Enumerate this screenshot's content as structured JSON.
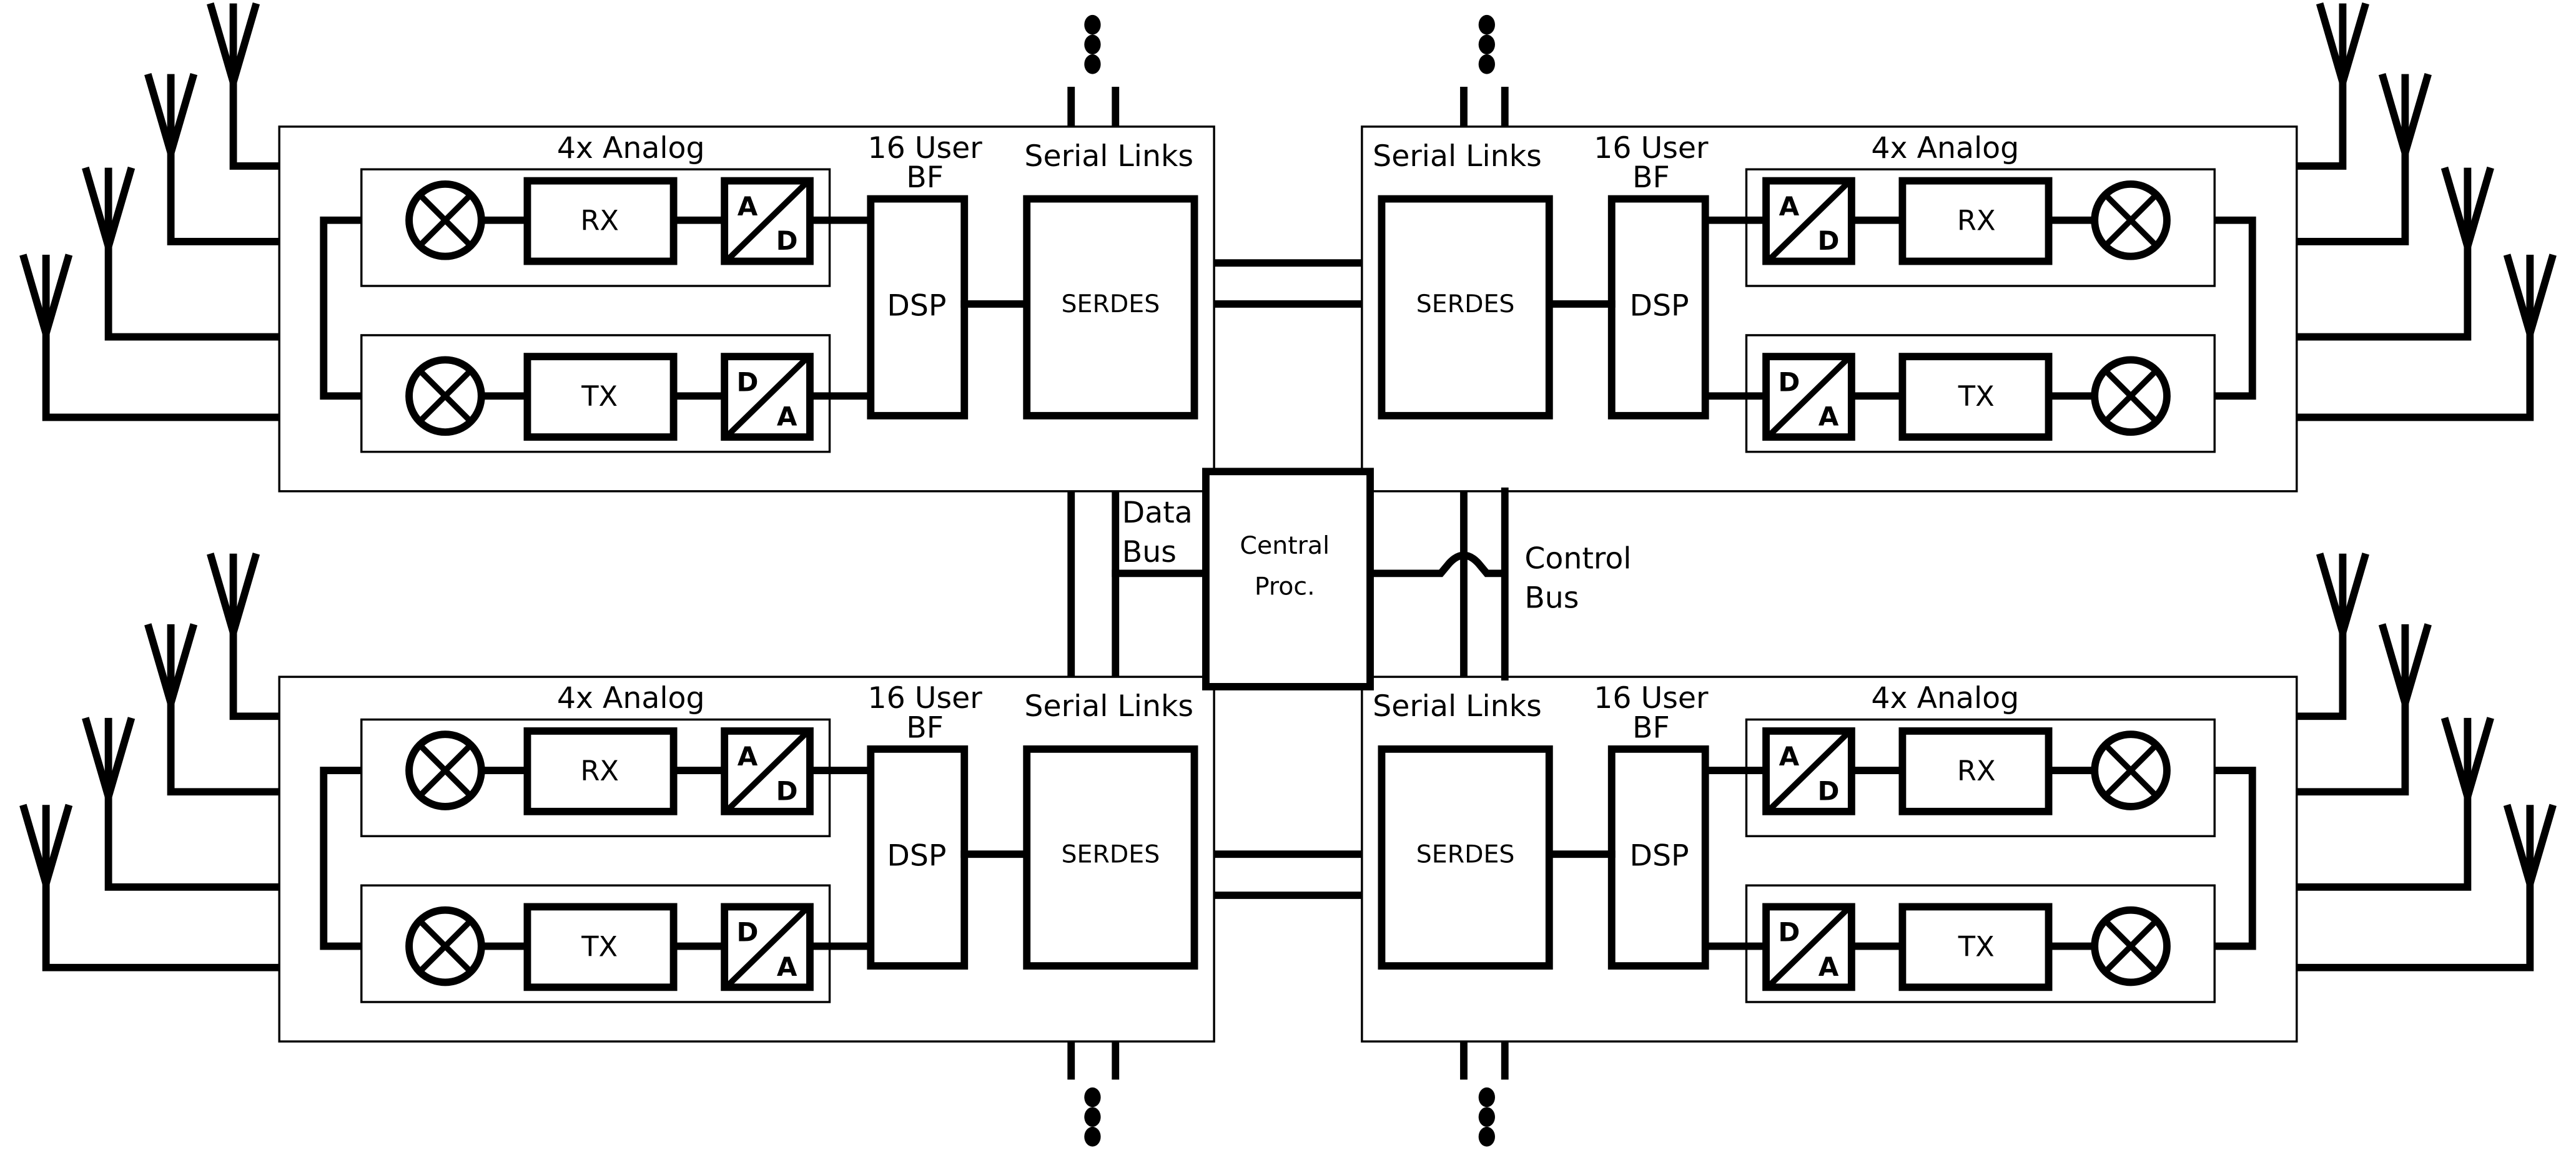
{
  "labels": {
    "analog": "4x Analog",
    "user_bf_1": "16 User",
    "user_bf_2": "BF",
    "serial_links": "Serial Links",
    "rx": "RX",
    "tx": "TX",
    "adc_a": "A",
    "adc_d": "D",
    "dac_d": "D",
    "dac_a": "A",
    "dsp": "DSP",
    "serdes": "SERDES",
    "data_bus_1": "Data",
    "data_bus_2": "Bus",
    "central_1": "Central",
    "central_2": "Proc.",
    "control_bus_1": "Control",
    "control_bus_2": "Bus"
  },
  "modules": [
    "top-left",
    "top-right",
    "bottom-left",
    "bottom-right"
  ],
  "colors": {
    "stroke": "#000000",
    "background": "#ffffff"
  }
}
